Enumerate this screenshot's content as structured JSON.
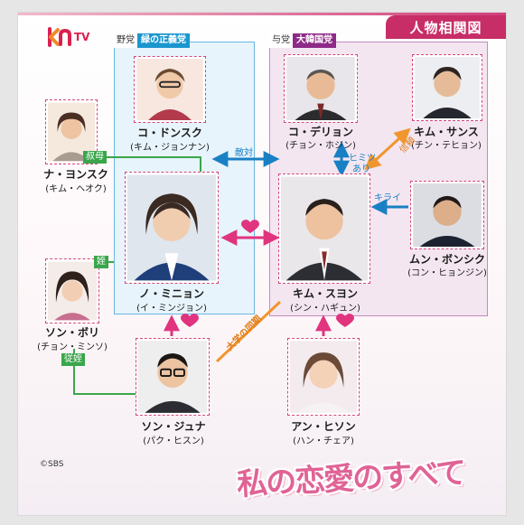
{
  "header": {
    "title": "人物相関図",
    "logo_text": "TV"
  },
  "parties": {
    "left": {
      "prefix": "野党",
      "name": "緑の正義党"
    },
    "right": {
      "prefix": "与党",
      "name": "大韓国党"
    }
  },
  "people": {
    "ko_donsuku": {
      "name": "コ・ドンスク",
      "actor": "(キム・ジョンナン)"
    },
    "ko_derion": {
      "name": "コ・デリョン",
      "actor": "(チョン・ホジン)"
    },
    "kim_sansu": {
      "name": "キム・サンス",
      "actor": "(チン・テヒョン)"
    },
    "na_yonsuku": {
      "name": "ナ・ヨンスク",
      "actor": "(キム・ヘオク)"
    },
    "no_minyon": {
      "name": "ノ・ミニョン",
      "actor": "(イ・ミンジョン)"
    },
    "kim_suyon": {
      "name": "キム・スヨン",
      "actor": "(シン・ハギュン)"
    },
    "mun_bonsiku": {
      "name": "ムン・ボンシク",
      "actor": "(コン・ヒョンジン)"
    },
    "son_bori": {
      "name": "ソン・ボリ",
      "actor": "(チョン・ミンソ)"
    },
    "son_juna": {
      "name": "ソン・ジュナ",
      "actor": "(パク・ヒスン)"
    },
    "an_hison": {
      "name": "アン・ヒソン",
      "actor": "(ハン・チェア)"
    }
  },
  "relations": {
    "rival": "敵対",
    "secret_1": "ヒミツ",
    "secret_2": "あり",
    "trust": "信頼",
    "dislike": "キライ",
    "aunt": "叔母",
    "niece": "姪",
    "cousin_niece": "従姪",
    "classmates": "大学の同期"
  },
  "footer": {
    "credit": "©SBS",
    "show_title": "私の恋愛のすべて"
  },
  "colors": {
    "accent": "#c72d66",
    "blue": "#1a96cf",
    "purple": "#8e2a87",
    "pink": "#e0347f",
    "orange": "#f0962e",
    "green": "#3aa64b"
  }
}
